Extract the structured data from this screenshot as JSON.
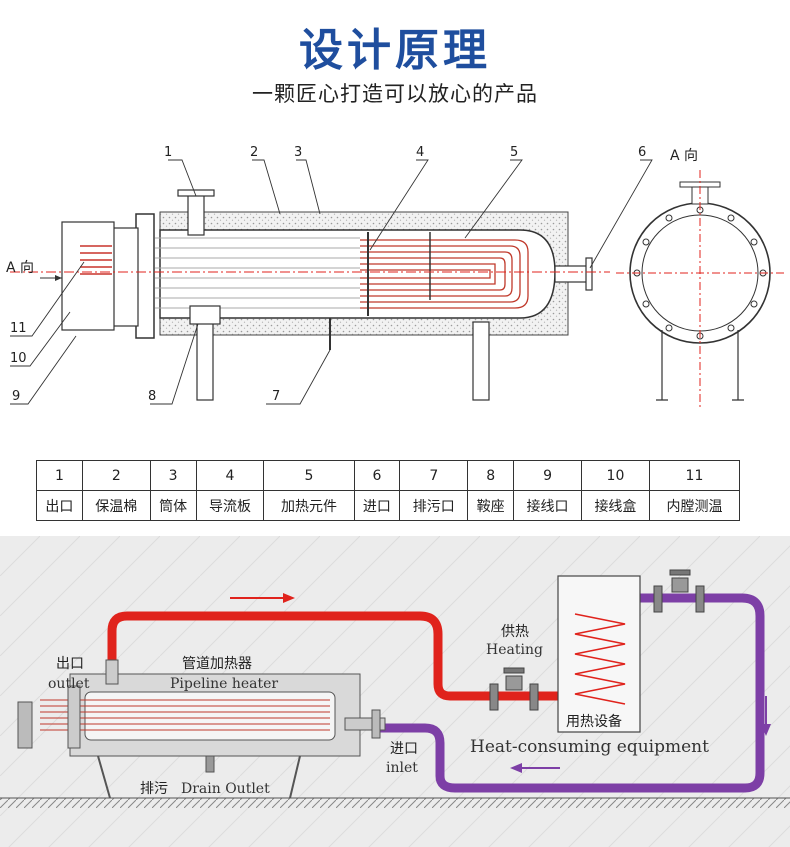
{
  "header": {
    "title": "设计原理",
    "subtitle": "一颗匠心打造可以放心的产品"
  },
  "drawing": {
    "callouts": [
      "1",
      "2",
      "3",
      "4",
      "5",
      "6",
      "7",
      "8",
      "9",
      "10",
      "11"
    ],
    "direction_label_left": "A 向",
    "direction_label_right": "A 向"
  },
  "legend": {
    "numbers": [
      "1",
      "2",
      "3",
      "4",
      "5",
      "6",
      "7",
      "8",
      "9",
      "10",
      "11"
    ],
    "names": [
      "出口",
      "保温棉",
      "筒体",
      "导流板",
      "加热元件",
      "进口",
      "排污口",
      "鞍座",
      "接线口",
      "接线盒",
      "内膛测温"
    ]
  },
  "flow_diagram": {
    "outlet_cn": "出口",
    "outlet_en": "outlet",
    "heater_cn": "管道加热器",
    "heater_en": "Pipeline heater",
    "heating_cn": "供热",
    "heating_en": "Heating",
    "equipment_cn": "用热设备",
    "equipment_en": "Heat-consuming equipment",
    "inlet_cn": "进口",
    "inlet_en": "inlet",
    "drain_cn": "排污",
    "drain_en": "Drain Outlet"
  },
  "colors": {
    "title_blue": "#1f4e9e",
    "hot_pipe": "#e0231c",
    "cold_pipe": "#7d3fa6",
    "centerline": "#e0231c"
  }
}
